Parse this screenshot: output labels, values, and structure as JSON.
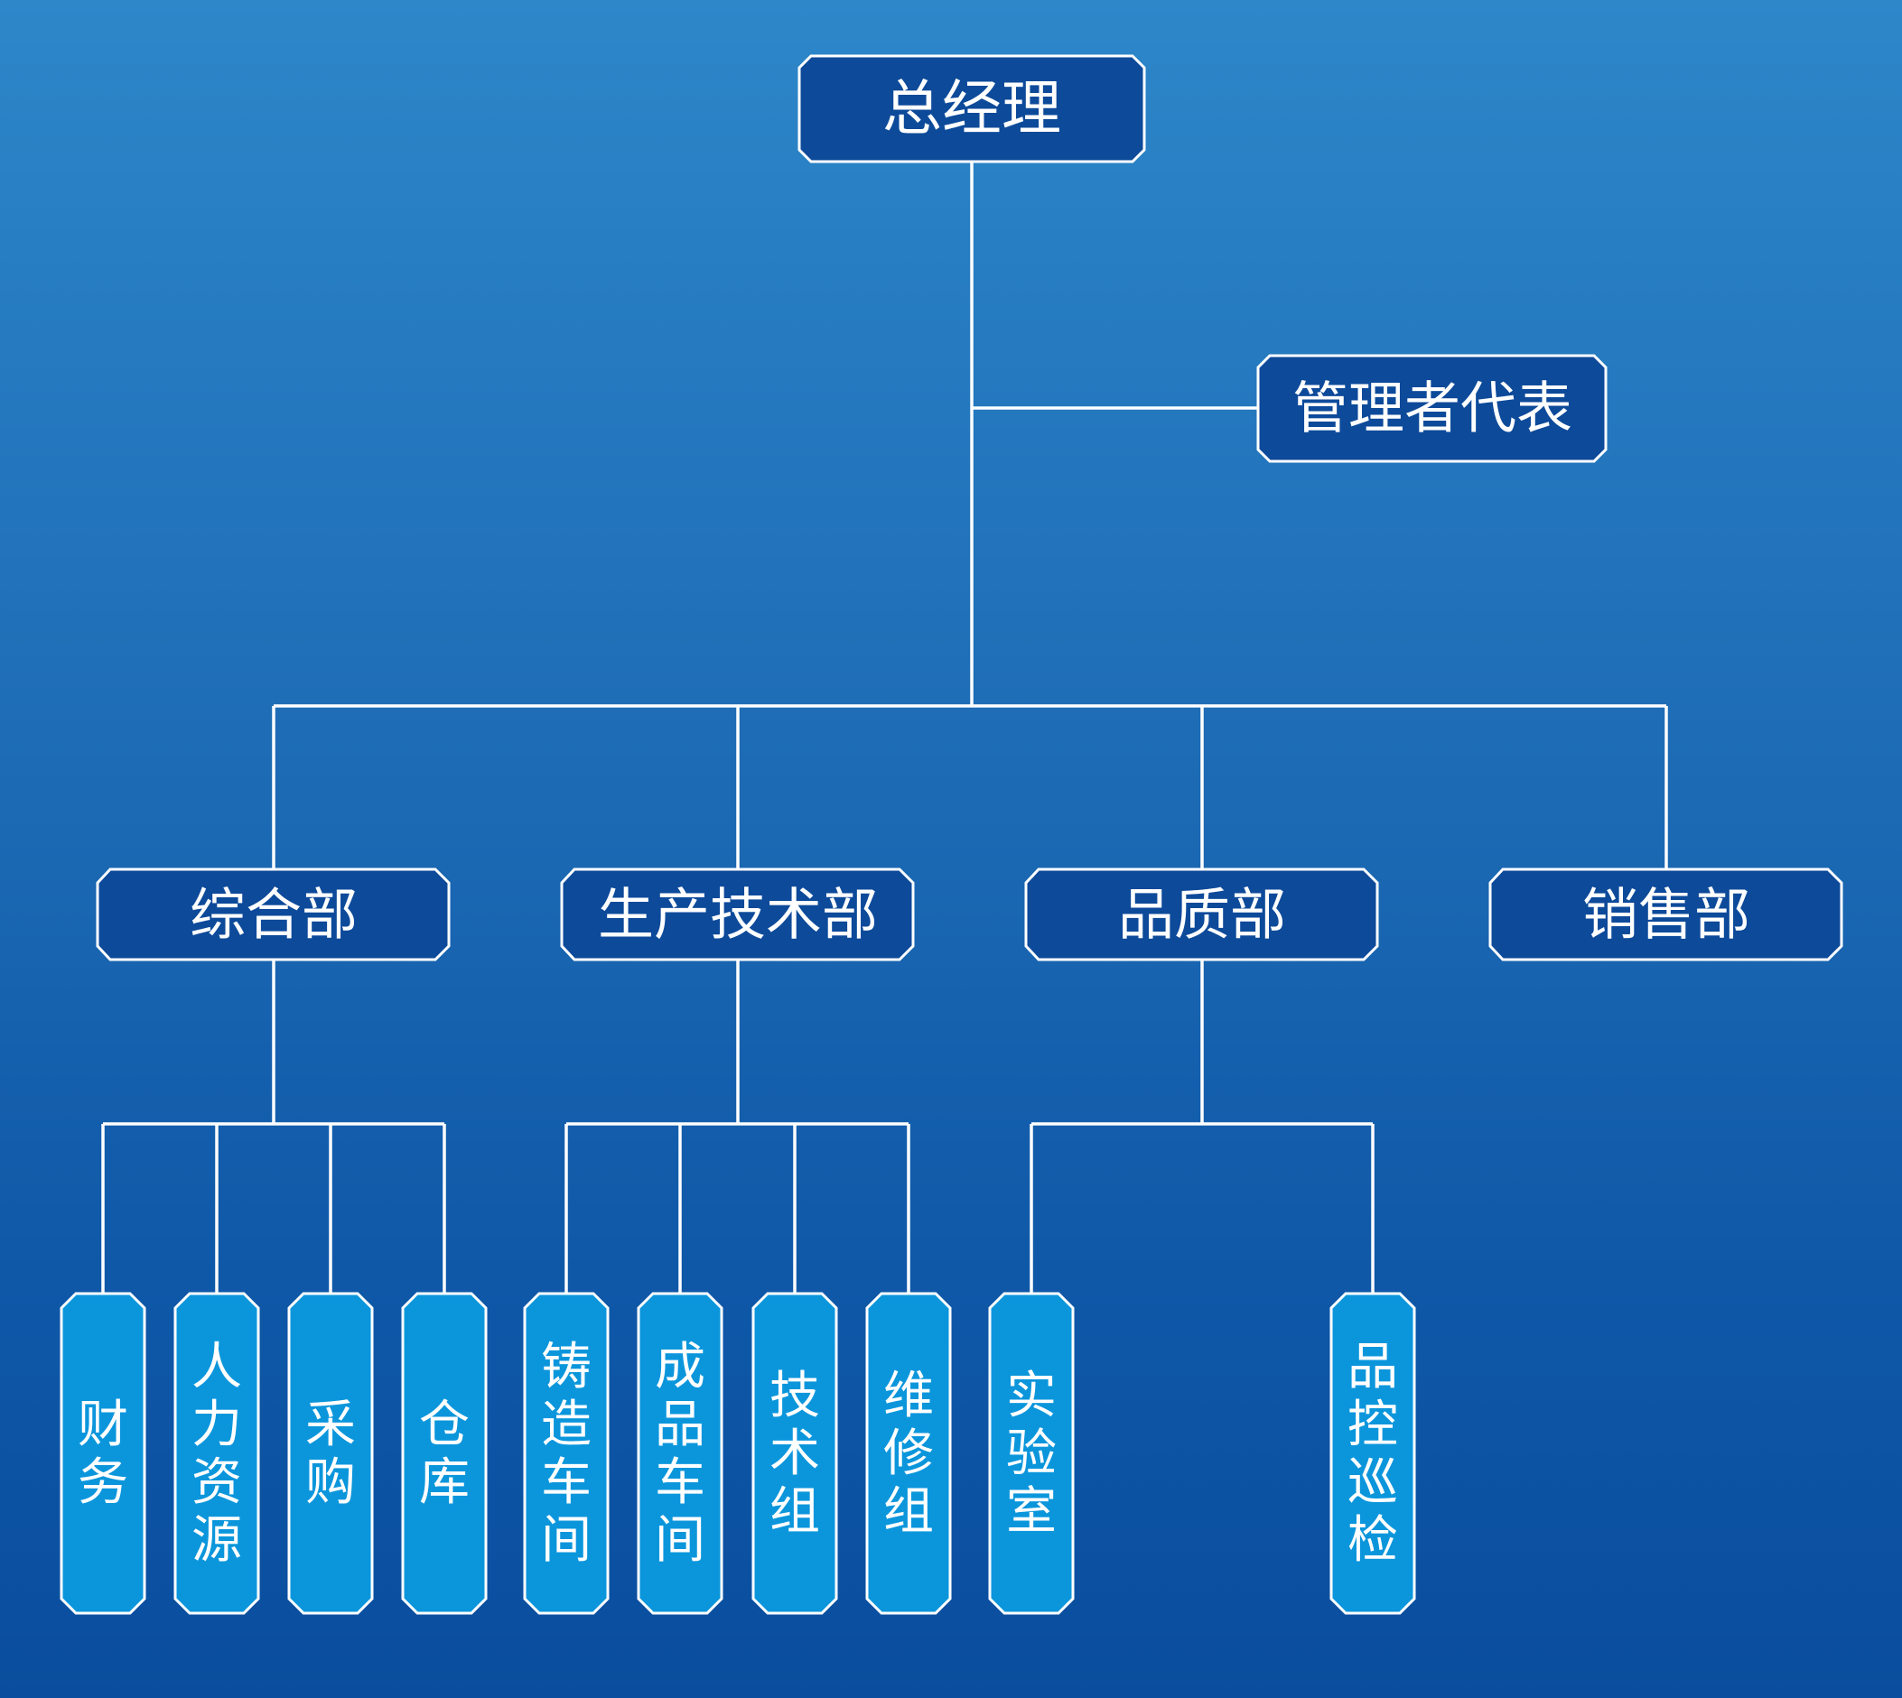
{
  "colors": {
    "background_top": "#2d87c9",
    "background_bottom": "#0a4d9e",
    "box_dark": "#0d4a9a",
    "box_light": "#0b96dc",
    "line": "#ffffff",
    "text": "#ffffff"
  },
  "org": {
    "root": "总经理",
    "representative": "管理者代表",
    "departments": [
      {
        "name": "综合部",
        "units": [
          "财务",
          "人力资源",
          "采购",
          "仓库"
        ]
      },
      {
        "name": "生产技术部",
        "units": [
          "铸造车间",
          "成品车间",
          "技术组",
          "维修组"
        ]
      },
      {
        "name": "品质部",
        "units": [
          "实验室",
          "品控巡检"
        ]
      },
      {
        "name": "销售部",
        "units": []
      }
    ]
  }
}
